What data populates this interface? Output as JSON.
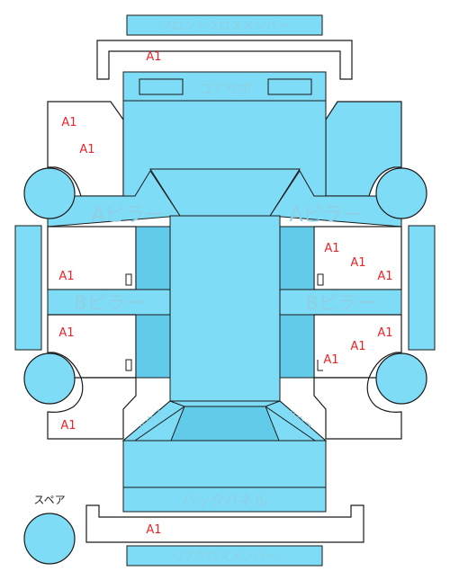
{
  "labels": {
    "front_cross_member": "フロントクロスメンバー",
    "core_support": "コアサポ",
    "a_pillar_left": "Aピラー",
    "a_pillar_right": "Aピラー",
    "b_pillar_left": "Bピラー",
    "b_pillar_right": "Bピラー",
    "back_panel": "バックパネル",
    "rear_cross_member": "リアクロスメンバー",
    "spare": "スペア",
    "rear_inner_left": "ハウス",
    "rear_inner_right": "ハウス"
  },
  "marks": {
    "front_cross_member": "A1",
    "front_left_fender_1": "A1",
    "front_left_fender_2": "A1",
    "front_left_door": "A1",
    "rear_left_door": "A1",
    "rear_left_quarter": "A1",
    "front_right_door_1": "A1",
    "front_right_door_2": "A1",
    "front_right_door_3": "A1",
    "rear_right_door_1": "A1",
    "rear_right_door_2": "A1",
    "rear_right_door_3": "A1",
    "rear_cross_member": "A1"
  },
  "colors": {
    "panel_fill": "#7fdcf6",
    "panel_dark": "#62cbe9",
    "outline": "#1a1a1a",
    "label_text": "#8ecfe4",
    "mark_text": "#e8262a"
  }
}
